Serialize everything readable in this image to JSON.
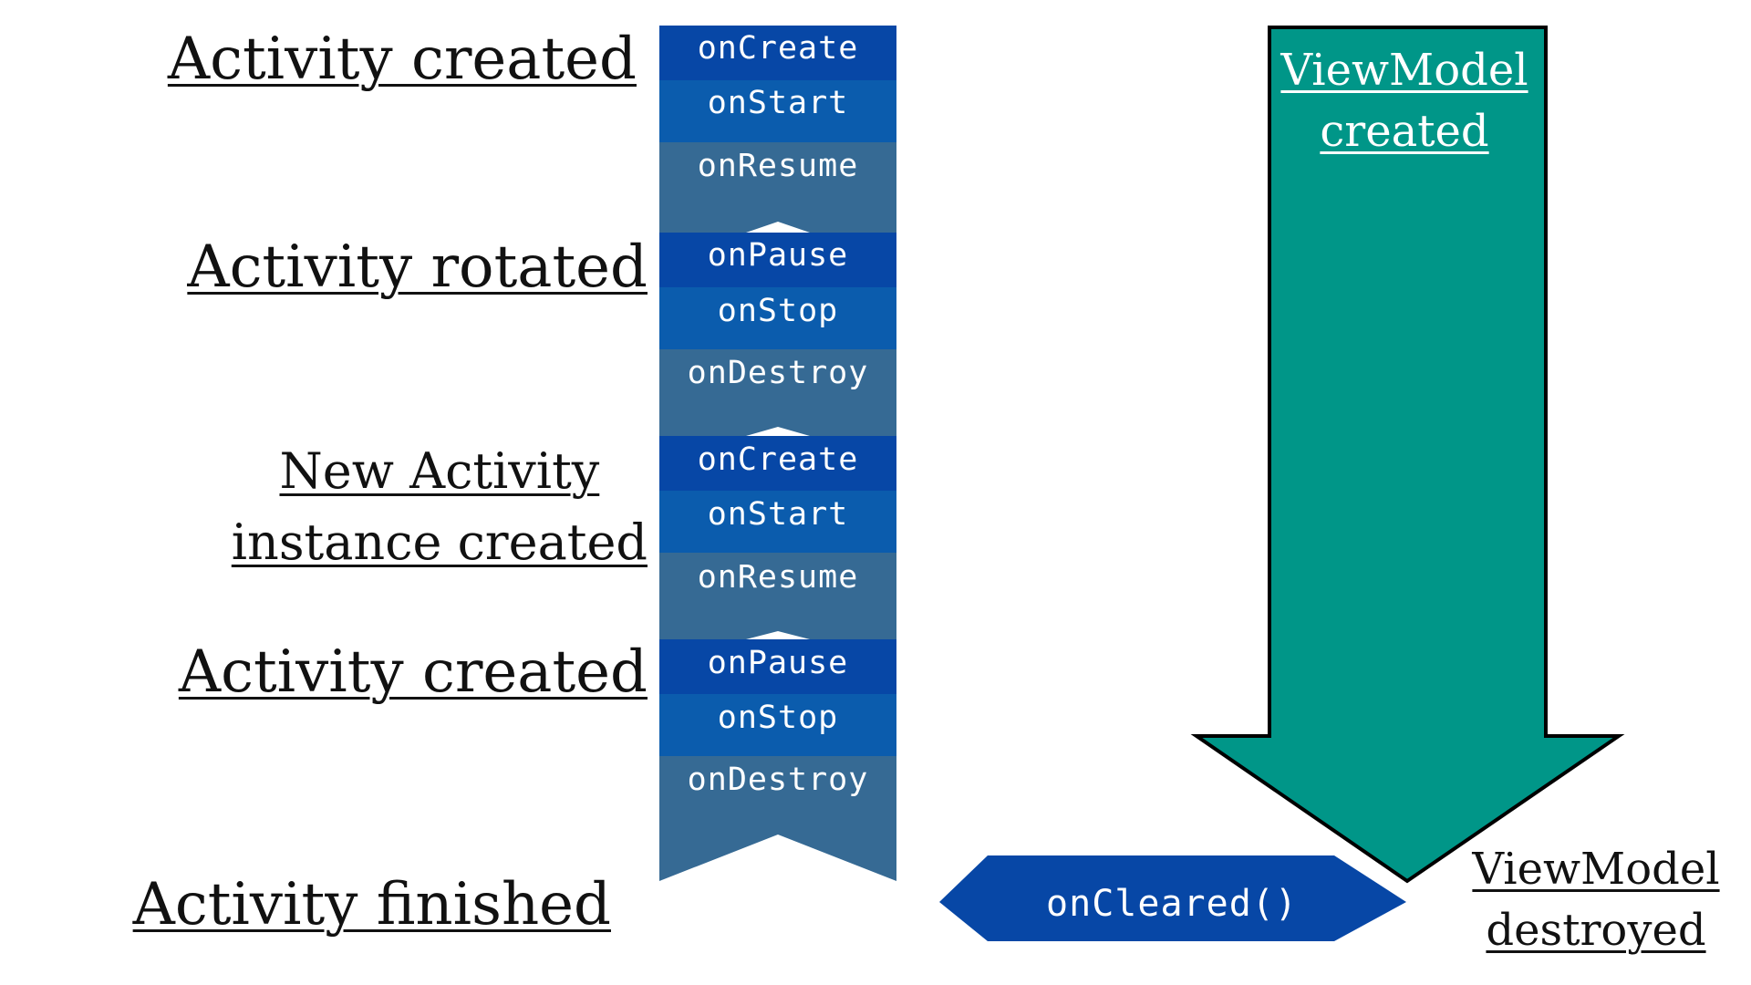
{
  "events": [
    {
      "id": "activity-created-1",
      "lines": [
        "Activity created"
      ]
    },
    {
      "id": "activity-rotated",
      "lines": [
        "Activity rotated"
      ]
    },
    {
      "id": "new-activity-instance",
      "lines": [
        "New Activity",
        "instance created"
      ]
    },
    {
      "id": "activity-created-2",
      "lines": [
        "Activity created"
      ]
    },
    {
      "id": "activity-finished",
      "lines": [
        "Activity finished"
      ]
    }
  ],
  "lifecycle_groups": [
    {
      "methods": [
        "onCreate",
        "onStart",
        "onResume"
      ]
    },
    {
      "methods": [
        "onPause",
        "onStop",
        "onDestroy"
      ]
    },
    {
      "methods": [
        "onCreate",
        "onStart",
        "onResume"
      ]
    },
    {
      "methods": [
        "onPause",
        "onStop",
        "onDestroy"
      ]
    }
  ],
  "viewmodel": {
    "created_lines": [
      "ViewModel",
      "created"
    ],
    "destroyed_lines": [
      "ViewModel",
      "destroyed"
    ],
    "on_cleared": "onCleared()"
  },
  "colors": {
    "method_dark": "#0747a6",
    "method_mid": "#0b5cad",
    "method_slate": "#366a94",
    "viewmodel_arrow": "#009688",
    "viewmodel_outline": "#000000",
    "on_cleared_fill": "#0747a6",
    "text_dark": "#111111",
    "text_light": "#ffffff"
  }
}
